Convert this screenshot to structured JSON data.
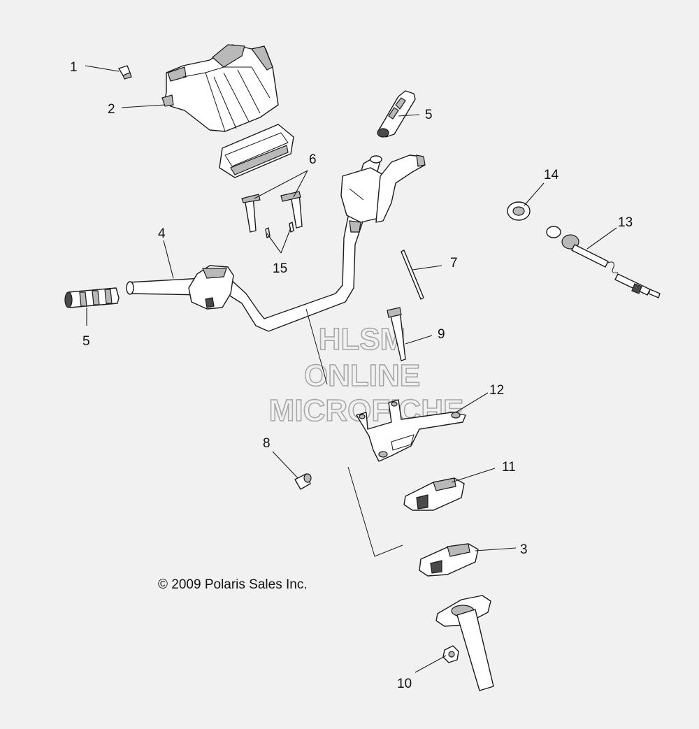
{
  "watermark": {
    "line1": "HLSM",
    "line2": "ONLINE",
    "line3": "MICROFICHE"
  },
  "copyright": "© 2009  Polaris Sales Inc.",
  "callouts": {
    "c1": "1",
    "c2": "2",
    "c3": "3",
    "c4": "4",
    "c5_right": "5",
    "c5_left": "5",
    "c6": "6",
    "c7": "7",
    "c8": "8",
    "c9": "9",
    "c10": "10",
    "c11": "11",
    "c12": "12",
    "c13": "13",
    "c14": "14",
    "c15": "15"
  }
}
